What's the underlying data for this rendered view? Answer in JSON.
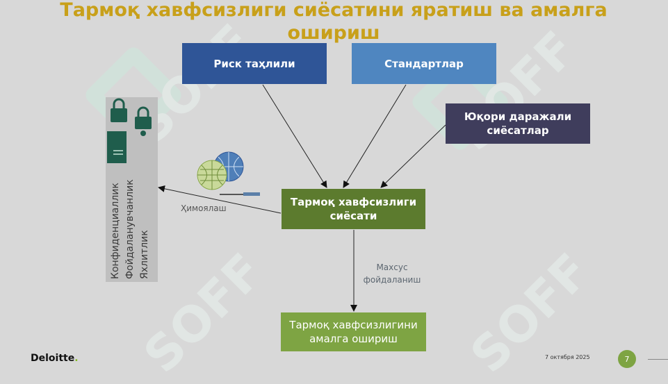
{
  "title": "Тармоқ хавфсизлиги сиёсатини яратиш ва амалга ошириш",
  "boxes": {
    "risk": "Риск таҳлили",
    "standards": "Стандартлар",
    "high_policies": "Юқори даражали сиёсатлар",
    "network_policy": "Тармоқ хавфсизлиги сиёсати",
    "implement": "Тармоқ хавфсизлигини амалга ошириш"
  },
  "side_panel": {
    "lines": [
      "Конфиденциаллик",
      "Фойдаланувчанлик",
      "Яхлитлик"
    ]
  },
  "labels": {
    "protect": "Ҳимоялаш",
    "special_use": "Махсус фойдаланиш"
  },
  "footer": {
    "logo": "Deloitte",
    "date": "7 октября 2025",
    "page": "7"
  },
  "watermark": "SOFF",
  "colors": {
    "title": "#c8a01a",
    "risk": "#2f5597",
    "standards": "#4f86c0",
    "high_policies": "#3f3d5c",
    "network_policy": "#5c7b2e",
    "implement": "#7ea443"
  }
}
